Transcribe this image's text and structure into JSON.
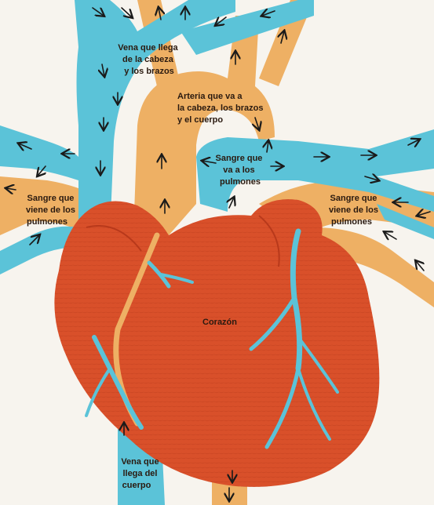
{
  "colors": {
    "vein": "#5bc3d8",
    "artery": "#eeb064",
    "heart": "#d9502a",
    "heart_dark": "#b8391b",
    "vessel_on_heart": "#5bc3d8",
    "background": "#f7f4ee"
  },
  "labels": {
    "vena_cabeza": [
      "Vena que llega",
      "de la cabeza",
      "y los brazos"
    ],
    "arteria": [
      "Arteria que va a",
      "la cabeza, los brazos",
      "y el cuerpo"
    ],
    "sangre_pulmones_izq": [
      "Sangre que",
      "viene de los",
      "pulmones"
    ],
    "sangre_a_pulmones": [
      "Sangre que",
      "va a los",
      "pulmones"
    ],
    "sangre_pulmones_der": [
      "Sangre que",
      "viene de los",
      "pulmones"
    ],
    "corazon": "Corazón",
    "vena_cuerpo": [
      "Vena que",
      "llega del",
      "cuerpo"
    ]
  },
  "arrow_icon": "arrow-icon"
}
